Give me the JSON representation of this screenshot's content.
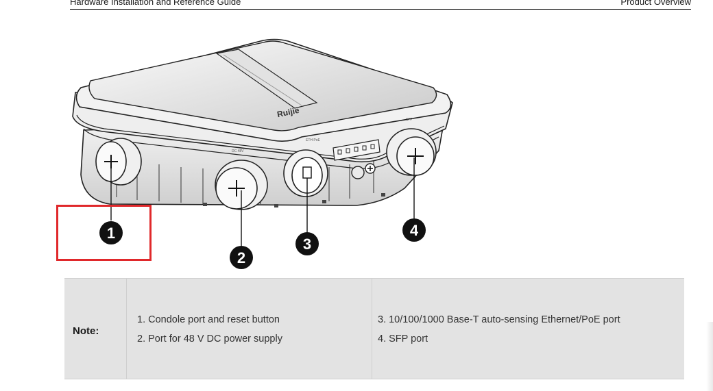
{
  "header": {
    "left": "Hardware Installation and Reference Guide",
    "right": "Product Overview"
  },
  "figure": {
    "brand_logo": "Ruijie",
    "port_labels": [
      "DC 48V",
      "ETH PoE",
      "SFP"
    ],
    "callouts": [
      "1",
      "2",
      "3",
      "4"
    ],
    "highlight_color": "#e0282b"
  },
  "note": {
    "label": "Note:",
    "items": [
      "1. Condole port and reset button",
      "2. Port for 48 V DC power supply",
      "3. 10/100/1000 Base-T auto-sensing Ethernet/PoE port",
      "4. SFP port"
    ]
  }
}
